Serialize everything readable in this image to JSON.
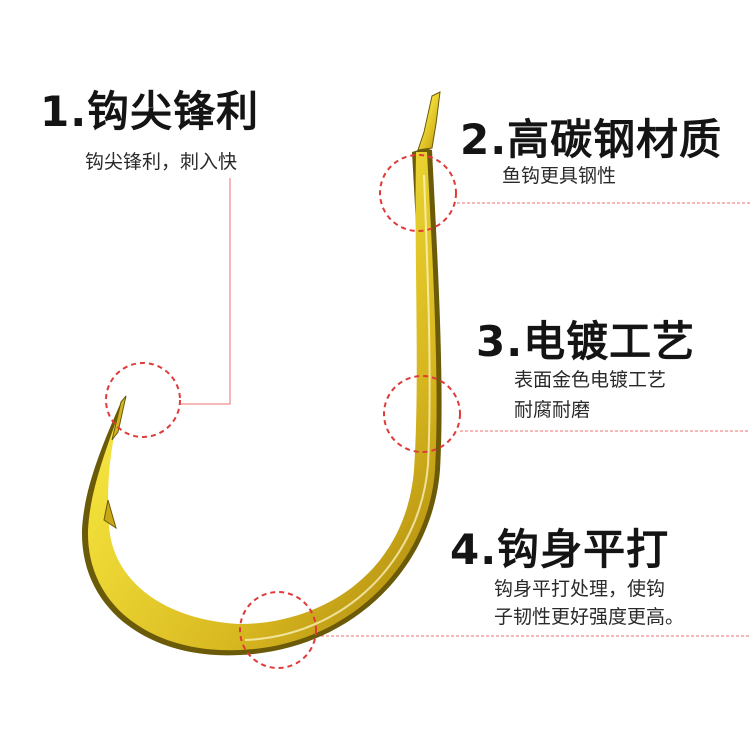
{
  "features": [
    {
      "title": "1.钩尖锋利",
      "desc": [
        "钩尖锋利，刺入快"
      ]
    },
    {
      "title": "2.高碳钢材质",
      "desc": [
        "鱼钩更具钢性"
      ]
    },
    {
      "title": "3.电镀工艺",
      "desc": [
        "表面金色电镀工艺",
        "耐腐耐磨"
      ]
    },
    {
      "title": "4.钩身平打",
      "desc": [
        "钩身平打处理，使钩",
        "子韧性更好强度更高。"
      ]
    }
  ],
  "colors": {
    "hook_gold_light": "#f2e64a",
    "hook_gold_dark": "#b8860b",
    "callout_red": "#e03a3a",
    "text": "#141414"
  }
}
